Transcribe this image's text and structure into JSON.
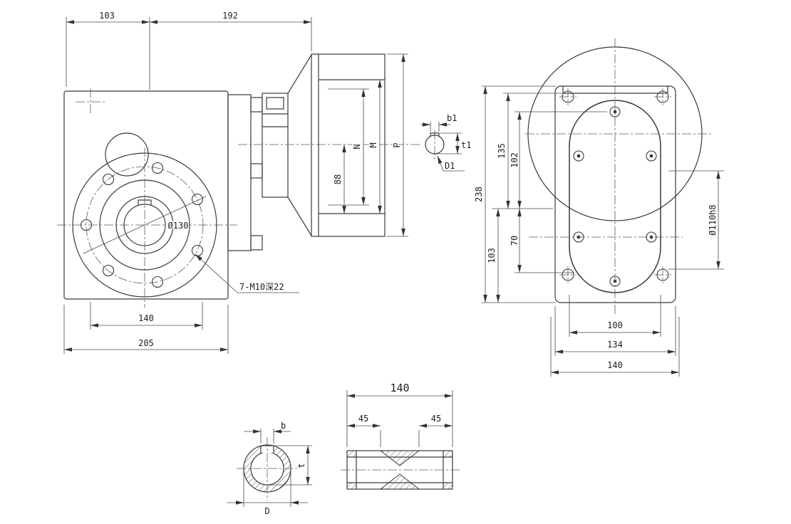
{
  "front_view": {
    "dims": {
      "d103": "103",
      "d192": "192",
      "d140": "140",
      "d205": "205",
      "d88": "88",
      "n": "N",
      "m": "M",
      "p": "P"
    },
    "labels": {
      "dia130": "Ø130",
      "tapped": "7-M10深22"
    },
    "key": {
      "b1": "b1",
      "t1": "t1",
      "d1": "D1"
    }
  },
  "side_view": {
    "dims": {
      "d238": "238",
      "d135": "135",
      "d102": "102",
      "d70": "70",
      "d103": "103",
      "d110": "Ø110h8",
      "d100": "100",
      "d134": "134",
      "d140": "140"
    }
  },
  "shaft_section": {
    "b": "b",
    "t": "t",
    "d": "D"
  },
  "shaft_view": {
    "d140": "140",
    "d45_left": "45",
    "d45_right": "45"
  }
}
